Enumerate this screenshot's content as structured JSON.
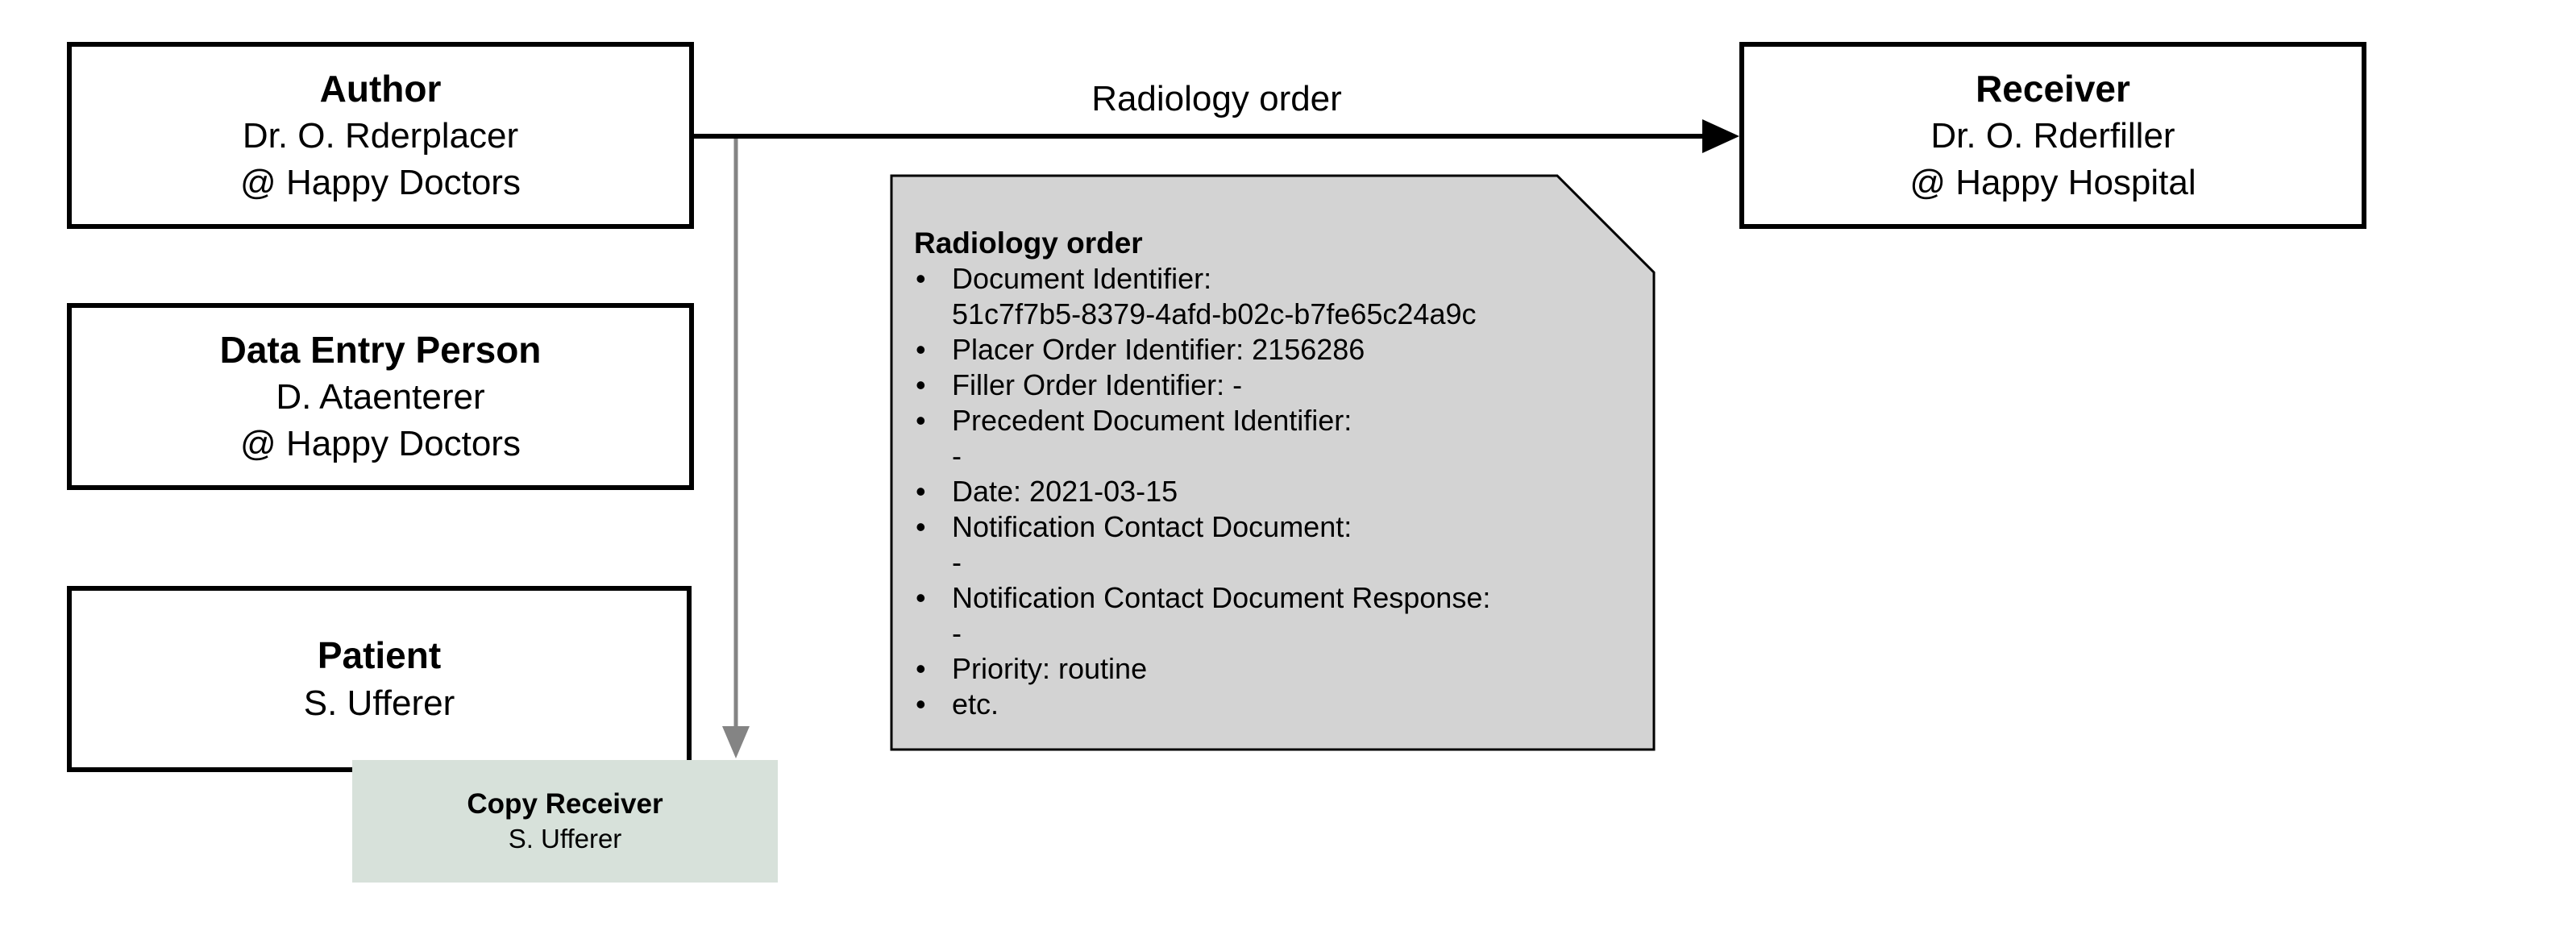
{
  "boxes": {
    "author": {
      "title": "Author",
      "line1": "Dr. O. Rderplacer",
      "line2": "@ Happy Doctors"
    },
    "data_entry_person": {
      "title": "Data Entry Person",
      "line1": "D. Ataenterer",
      "line2": "@ Happy Doctors"
    },
    "patient": {
      "title": "Patient",
      "line1": "S. Ufferer"
    },
    "receiver": {
      "title": "Receiver",
      "line1": "Dr. O. Rderfiller",
      "line2": "@ Happy Hospital"
    },
    "copy_receiver": {
      "title": "Copy Receiver",
      "line1": "S. Ufferer"
    }
  },
  "arrow": {
    "label": "Radiology order"
  },
  "note": {
    "title": "Radiology order",
    "bullet_char": "•",
    "lines": [
      "Document Identifier:",
      "51c7f7b5-8379-4afd-b02c-b7fe65c24a9c",
      "Placer Order Identifier: 2156286",
      "Filler Order Identifier: -",
      "Precedent Document Identifier:",
      "-",
      "Date: 2021-03-15",
      "Notification Contact Document:",
      "-",
      "Notification Contact Document Response:",
      "-",
      "Priority: routine",
      "etc."
    ]
  },
  "colors": {
    "note_bg": "#d3d3d3",
    "copy_receiver_bg": "#d7e1da",
    "arrow_gray": "#848484",
    "border_black": "#000000",
    "box_bg": "#ffffff"
  }
}
